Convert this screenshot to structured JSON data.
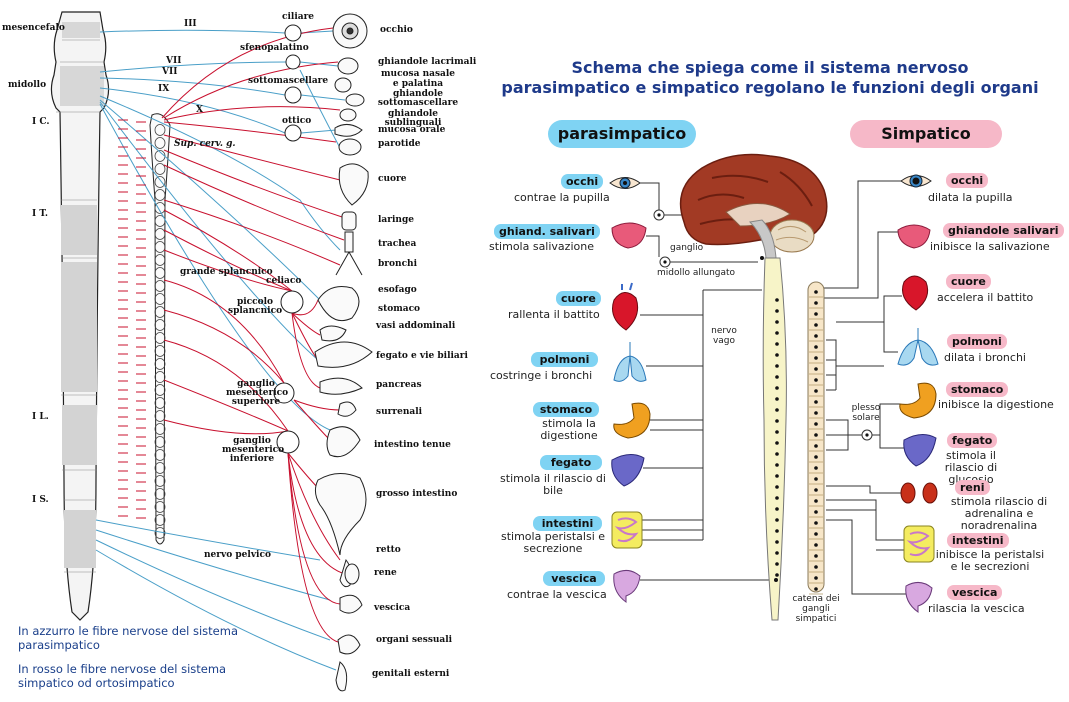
{
  "left": {
    "labels_left": [
      "mesencefalo",
      "midollo",
      "I C.",
      "I T.",
      "I L.",
      "I S."
    ],
    "nerve_labels": [
      "III",
      "VII",
      "VII",
      "IX",
      "X",
      "Sup. cerv. g.",
      "ciliare",
      "sfenopalatino",
      "sottomascellare",
      "ottico",
      "grande splancnico",
      "celiaco",
      "piccolo splancnico",
      "ganglio mesenterico superiore",
      "ganglio mesenterico inferiore",
      "nervo pelvico"
    ],
    "organs": [
      "occhio",
      "ghiandole lacrimali",
      "mucosa nasale e palatina",
      "ghiandole sottomascellare",
      "ghiandole sublinguali",
      "mucosa orale",
      "parotide",
      "cuore",
      "laringe",
      "trachea",
      "bronchi",
      "esofago",
      "stomaco",
      "vasi addominali",
      "fegato e vie biliari",
      "pancreas",
      "surrenali",
      "intestino tenue",
      "grosso intestino",
      "retto",
      "rene",
      "vescica",
      "organi sessuali",
      "genitali esterni"
    ],
    "legend": [
      "In azzurro le fibre nervose del sistema parasimpatico",
      "In rosso le fibre nervose del sistema simpatico od ortosimpatico"
    ],
    "colors": {
      "parasympathetic": "#4a9fc8",
      "sympathetic": "#c8102e"
    }
  },
  "right": {
    "title_line1": "Schema che spiega come il sistema nervoso",
    "title_line2": "parasimpatico e simpatico regolano le funzioni degli organi",
    "header_para": "parasimpatico",
    "header_symp": "Simpatico",
    "para": [
      {
        "label": "occhi",
        "desc": "contrae la pupilla"
      },
      {
        "label": "ghiand. salivari",
        "desc": "stimola salivazione"
      },
      {
        "label": "cuore",
        "desc": "rallenta il battito"
      },
      {
        "label": "polmoni",
        "desc": "costringe i bronchi"
      },
      {
        "label": "stomaco",
        "desc": "stimola la digestione"
      },
      {
        "label": "fegato",
        "desc": "stimola il rilascio di bile"
      },
      {
        "label": "intestini",
        "desc": "stimola peristalsi e secrezione"
      },
      {
        "label": "vescica",
        "desc": "contrae la vescica"
      }
    ],
    "symp": [
      {
        "label": "occhi",
        "desc": "dilata la pupilla"
      },
      {
        "label": "ghiandole salivari",
        "desc": "inibisce la salivazione"
      },
      {
        "label": "cuore",
        "desc": "accelera il battito"
      },
      {
        "label": "polmoni",
        "desc": "dilata i bronchi"
      },
      {
        "label": "stomaco",
        "desc": "inibisce la digestione"
      },
      {
        "label": "fegato",
        "desc": "stimola il rilascio di glucosio"
      },
      {
        "label": "reni",
        "desc": "stimola rilascio di adrenalina e noradrenalina"
      },
      {
        "label": "intestini",
        "desc": "inibisce la peristalsi e le secrezioni"
      },
      {
        "label": "vescica",
        "desc": "rilascia la vescica"
      }
    ],
    "labels": {
      "ganglio": "ganglio",
      "midollo": "midollo allungato",
      "vago": "nervo vago",
      "plesso": "plesso solare",
      "catena": "catena dei gangli simpatici"
    },
    "colors": {
      "para": "#7fd3f3",
      "symp": "#f6b8c8",
      "title": "#1e3a8a"
    }
  }
}
